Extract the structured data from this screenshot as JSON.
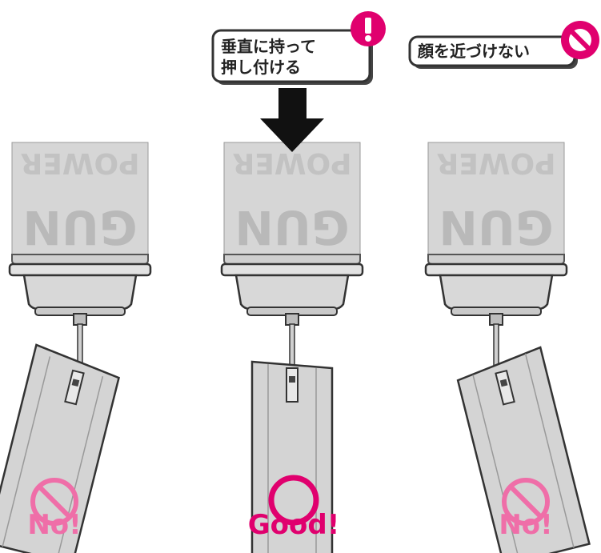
{
  "can_brand_line1": "GUN",
  "can_brand_line2": "POWER",
  "callout_good": {
    "line1": "垂直に持って",
    "line2": "押し付ける",
    "icon": "exclamation-icon"
  },
  "callout_warning": {
    "text": "顔を近づけない",
    "icon": "prohibited-icon"
  },
  "panels": [
    {
      "verdict": "No!",
      "symbol": "prohibited-icon"
    },
    {
      "verdict": "Good!",
      "symbol": "ok-circle-icon"
    },
    {
      "verdict": "No!",
      "symbol": "prohibited-icon"
    }
  ],
  "colors": {
    "accent": "#e0006e",
    "accent_faded": "#ef6ea8",
    "can_gray": "#d2d2d2",
    "line": "#333333"
  }
}
